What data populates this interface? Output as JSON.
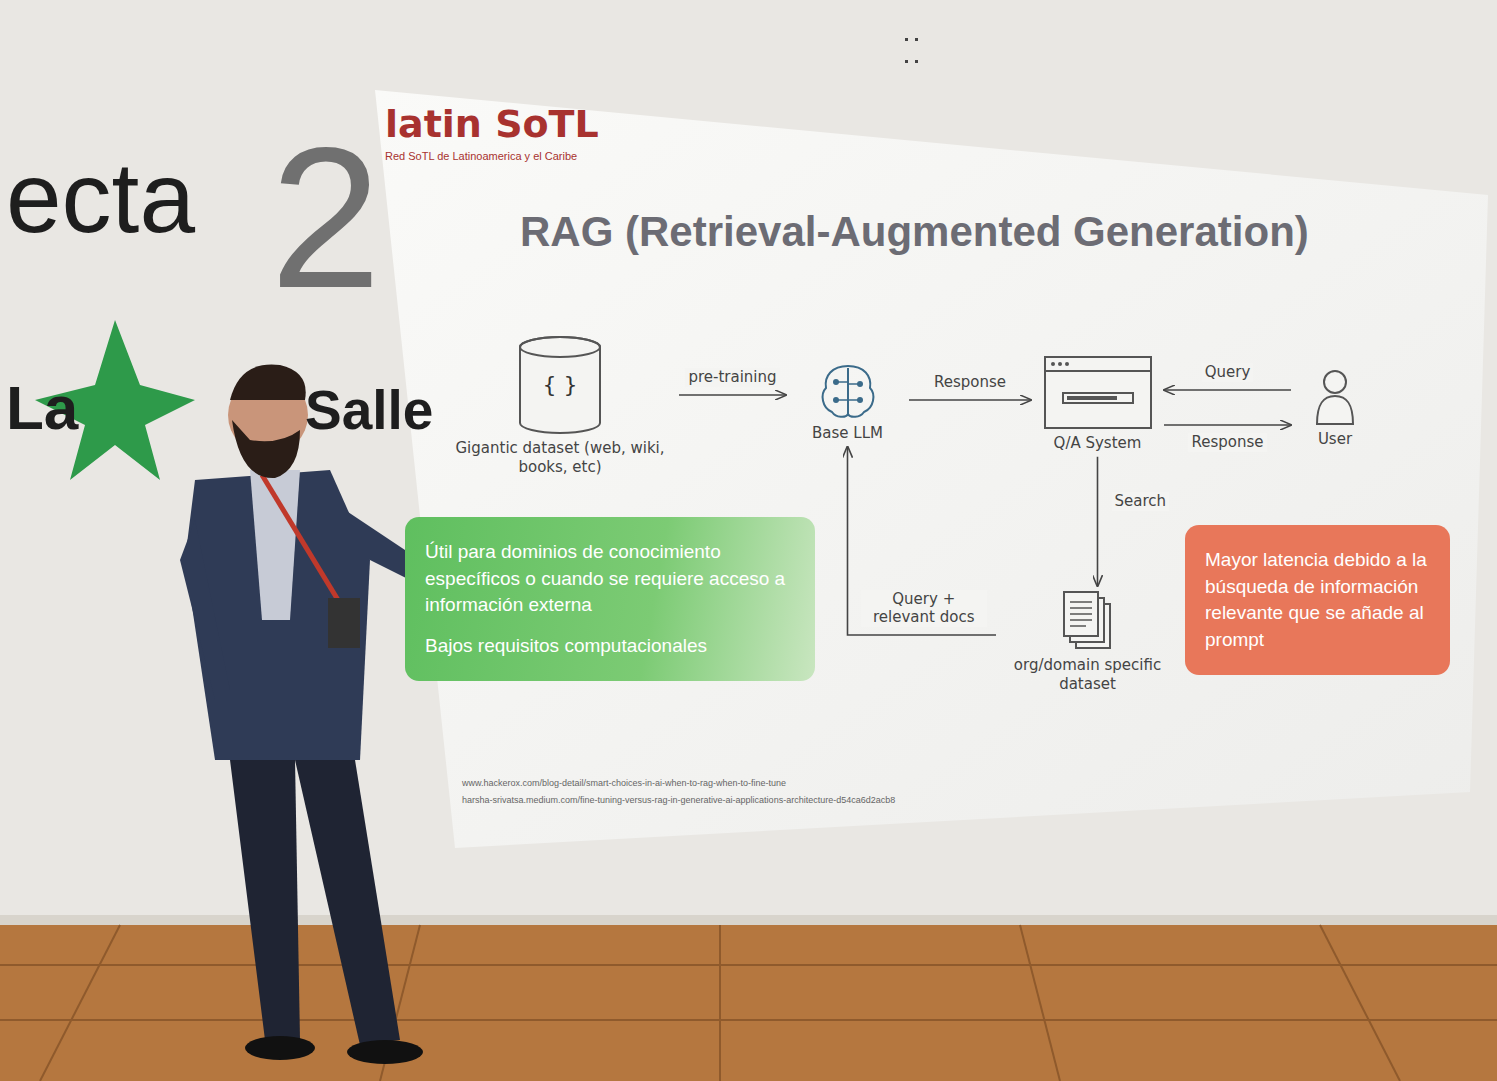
{
  "diagram": {
    "title": "RAG (Retrieval-Augmented Generation)",
    "nodes": [
      {
        "text": [
          "{ }",
          "Gigantic dataset (web, wiki, books, etc)"
        ]
      },
      {
        "text": [
          "Base LLM"
        ]
      },
      {
        "text": [
          "Q/A System"
        ]
      },
      {
        "text": [
          "User"
        ]
      },
      {
        "text": [
          "org/domain specific dataset"
        ]
      },
      {
        "text": [
          "Útil para dominios de conocimiento específicos o cuando se requiere acceso a información externa",
          "Bajos requisitos computacionales"
        ]
      },
      {
        "text": [
          "Mayor latencia debido a la búsqueda de información relevante que se añade al prompt"
        ]
      }
    ],
    "edges": [
      {
        "from": 0,
        "to": 1,
        "label": "pre-training",
        "arrow": "to"
      },
      {
        "from": 1,
        "to": 2,
        "label": "Response",
        "arrow": "to"
      },
      {
        "from": 3,
        "to": 2,
        "label": "Query",
        "arrow": "to"
      },
      {
        "from": 2,
        "to": 3,
        "label": "Response",
        "arrow": "to"
      },
      {
        "from": 2,
        "to": 4,
        "label": "Search",
        "arrow": "to"
      },
      {
        "from": 4,
        "to": 1,
        "label": "Query + relevant docs",
        "arrow": "to"
      }
    ],
    "labels": [
      "latin SoTL",
      "Red SoTL de Latinoamerica y el Caribe",
      "www.hackerox.com/blog-detail/smart-choices-in-ai-when-to-rag-when-to-fine-tune",
      "harsha-srivatsa.medium.com/fine-tuning-versus-rag-in-generative-ai-applications-architecture-d54ca6d2acb8",
      "ecta",
      "2",
      "La",
      "Salle"
    ]
  }
}
